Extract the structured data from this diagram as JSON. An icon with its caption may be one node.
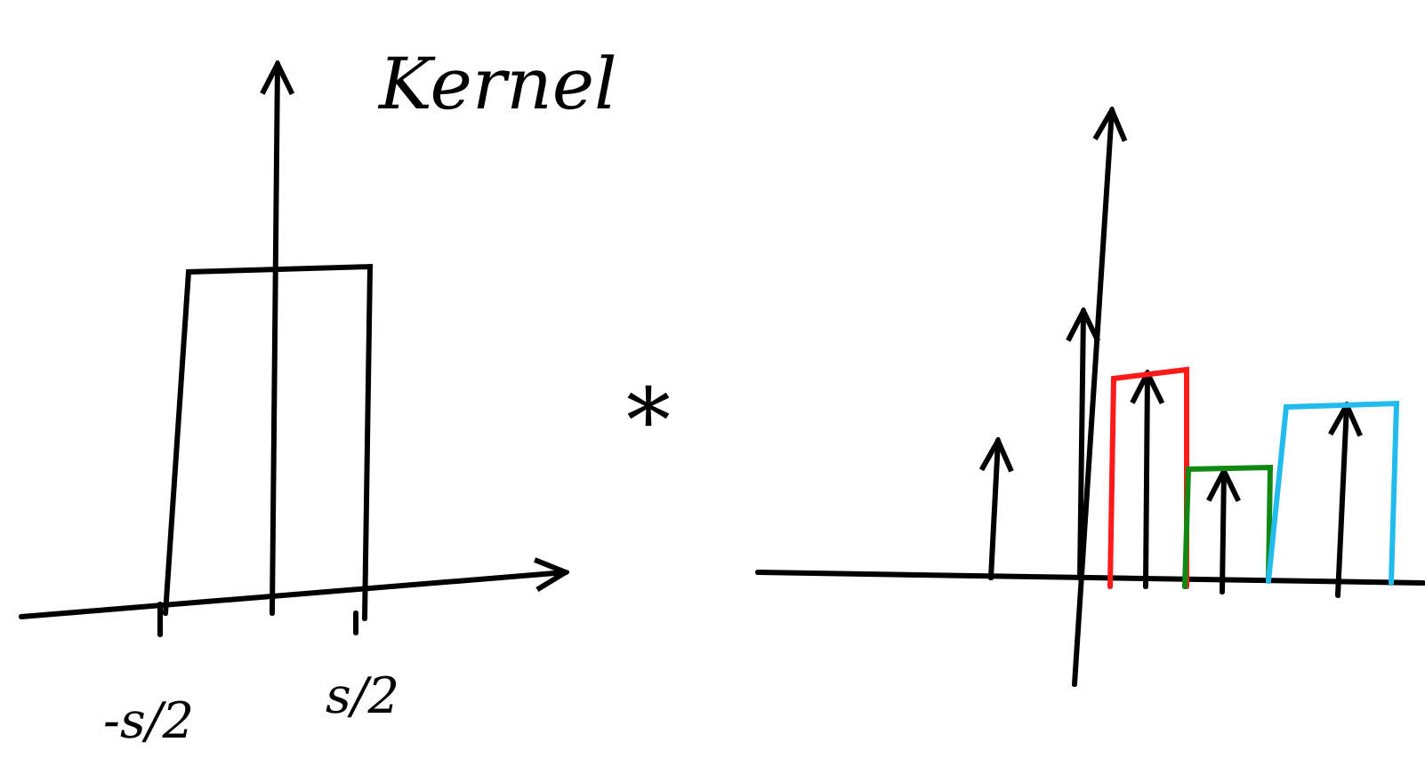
{
  "diagram": {
    "labels": [
      "Kernel",
      "-s/2",
      "s/2",
      "*"
    ]
  }
}
